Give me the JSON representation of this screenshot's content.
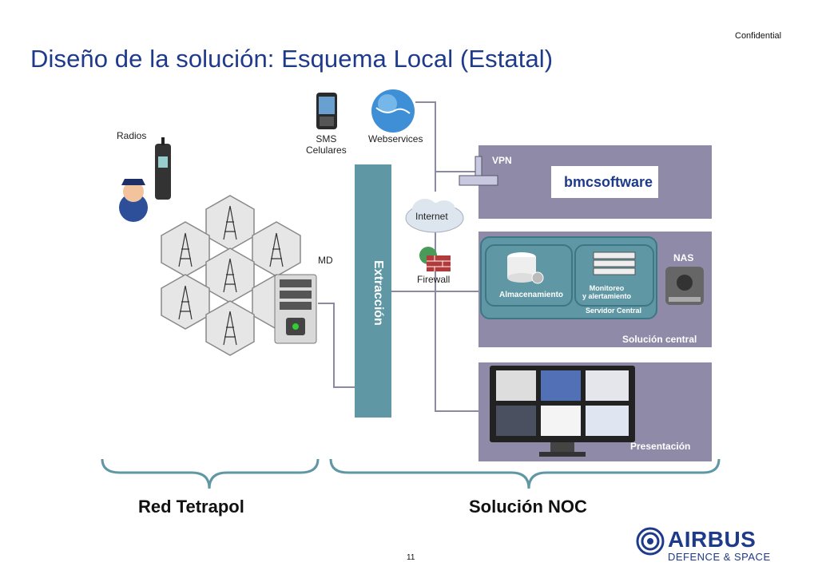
{
  "header": {
    "confidential": "Confidential",
    "title": "Diseño de la solución: Esquema Local (Estatal)"
  },
  "diagram": {
    "radios_label": "Radios",
    "sms_label": "SMS\nCelulares",
    "webservices_label": "Webservices",
    "internet_label": "Internet",
    "firewall_label": "Firewall",
    "md_label": "MD",
    "extraccion_label": "Extracción",
    "vpn_label": "VPN",
    "bmc_logo_text": "bmcsoftware",
    "nas_label": "NAS",
    "almacenamiento_label": "Almacenamiento",
    "monitoreo_label": "Monitoreo\ny alertamiento",
    "servidor_central_label": "Servidor Central",
    "solucion_central_label": "Solución central",
    "presentacion_label": "Presentación"
  },
  "braces": {
    "left_label": "Red Tetrapol",
    "right_label": "Solución NOC"
  },
  "footer": {
    "page_number": "11",
    "logo_main": "AIRBUS",
    "logo_sub": "DEFENCE & SPACE"
  },
  "colors": {
    "title": "#1e3a8a",
    "panel": "#8e8aa8",
    "teal": "#5f97a5",
    "line": "#8a8aa0"
  }
}
